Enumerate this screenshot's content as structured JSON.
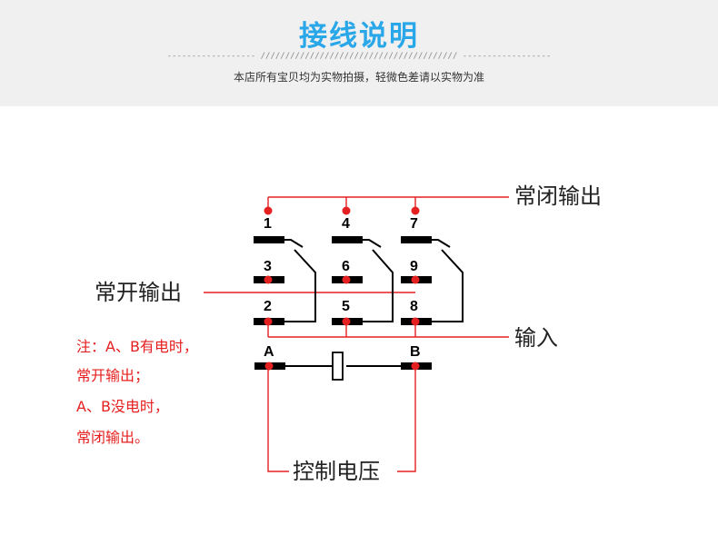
{
  "header": {
    "title": "接线说明",
    "divider": "------------------ //////////////////////////////////////// ------------------",
    "subtitle": "本店所有宝贝均为实物拍摄，轻微色差请以实物为准"
  },
  "diagram": {
    "terminals": {
      "t1": "1",
      "t2": "2",
      "t3": "3",
      "t4": "4",
      "t5": "5",
      "t6": "6",
      "t7": "7",
      "t8": "8",
      "t9": "9",
      "a": "A",
      "b": "B"
    },
    "labels": {
      "normally_closed_output": "常闭输出",
      "normally_open_output": "常开输出",
      "input": "输入",
      "control_voltage": "控制电压"
    },
    "note_lines": [
      "注：A、B有电时，",
      "常开输出；",
      "A、B没电时，",
      "常闭输出。"
    ],
    "colors": {
      "wire": "#e52020",
      "dot": "#e52020",
      "contact": "#000000",
      "title": "#2aa7e8",
      "note": "#e52020"
    }
  }
}
